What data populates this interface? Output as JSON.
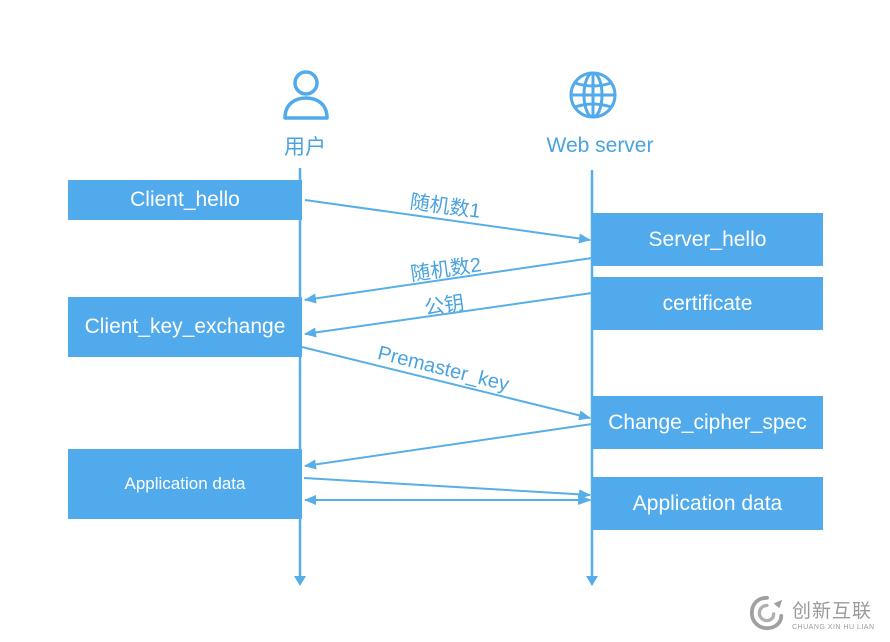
{
  "actors": {
    "user": {
      "label": "用户",
      "icon": "user-icon"
    },
    "server": {
      "label": "Web server",
      "icon": "globe-icon"
    }
  },
  "client_boxes": {
    "client_hello": "Client_hello",
    "client_key_exchange": "Client_key_exchange",
    "application_data": "Application data"
  },
  "server_boxes": {
    "server_hello": "Server_hello",
    "certificate": "certificate",
    "change_cipher_spec": "Change_cipher_spec",
    "application_data": "Application data"
  },
  "messages": {
    "random1": "随机数1",
    "random2": "随机数2",
    "public_key": "公钥",
    "premaster_key": "Premaster_key"
  },
  "watermark": {
    "brand_cn": "创新互联",
    "brand_en": "CHUANG XIN HU LIAN",
    "logo": "swirl-logo-icon"
  },
  "colors": {
    "accent": "#50aaeb",
    "line": "#58aee6",
    "text_on_accent": "#ffffff"
  }
}
